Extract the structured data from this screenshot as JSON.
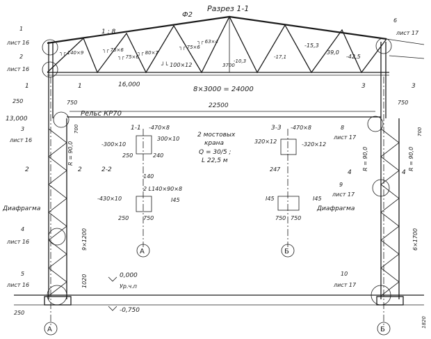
{
  "section_title": "Разрез 1-1",
  "roof_slope": "1 : 8",
  "truss_mark": "Ф2",
  "truss_members": {
    "top_chord": "┐┌ 140×9",
    "d1": "┐┌ 75×6",
    "d2": "┐┌ 75×6",
    "d3": "┐┌ 80×7",
    "d4": "┐┌ 75×6",
    "d5": "┐┌ 63×4",
    "bottom_chord": "┘└ 100×12",
    "f1": "-10,3",
    "f2": "-17,1",
    "f3": "-15,3",
    "f4": "39,0",
    "f5": "-42,5",
    "truss_height": "3700"
  },
  "bottom_chord_level": "16,000",
  "span_total": "8×3000 = 24000",
  "crane_span": "22500",
  "rail": "Рельс КР70",
  "crane_text": [
    "2 мостовых",
    "крана",
    "Q = 30/5 ;",
    "L 22,5 м"
  ],
  "crane_level": "13,000",
  "offsets": {
    "o250_top": "250",
    "o250_bot": "250",
    "o750_left": "750",
    "o750_right": "750",
    "o700_left": "700",
    "o700_right": "700"
  },
  "refs": {
    "r1": {
      "num": "1",
      "sheet": "лист 16"
    },
    "r2": {
      "num": "2",
      "sheet": "лист 16"
    },
    "r3": {
      "num": "3",
      "sheet": "лист 16"
    },
    "r4": {
      "num": "4",
      "sheet": "лист 16"
    },
    "r5": {
      "num": "5",
      "sheet": "лист 16"
    },
    "r6": {
      "num": "6",
      "sheet": "лист 17"
    },
    "r8": {
      "num": "8",
      "sheet": "лист 17"
    },
    "r9": {
      "num": "9",
      "sheet": "лист 17"
    },
    "r10": {
      "num": "10",
      "sheet": "лист 17"
    }
  },
  "cuts": {
    "c1": "1",
    "c2": "2",
    "c3": "3",
    "c4": "4"
  },
  "radius": "R = 90,0",
  "diaphragm": "Диафрагма",
  "section_1_1": {
    "title": "1-1",
    "flange": "-470×8",
    "web": "-300×10",
    "plate": "300×10",
    "dim1": "250",
    "dim2": "240"
  },
  "section_2_2": {
    "title": "2-2",
    "dim140": "140",
    "angles": "2 L140×90×8",
    "plate": "-430×10",
    "beam": "I45",
    "dim1": "250",
    "dim2": "750"
  },
  "section_3_3": {
    "title": "3-3",
    "flange": "-470×8",
    "left": "320×12",
    "right": "-320×12",
    "dim": "247"
  },
  "section_4_4": {
    "beam_left": "I45",
    "beam_right": "I45",
    "dim1": "750",
    "dim2": "750"
  },
  "axis_a": "А",
  "axis_b": "Б",
  "left_height": "9×1200",
  "right_height": "6×1700",
  "dim_1020": "1020",
  "dim_1820": "1820",
  "level_zero": "0,000",
  "floor_label": "Ур.ч.п",
  "level_base": "-0,750"
}
